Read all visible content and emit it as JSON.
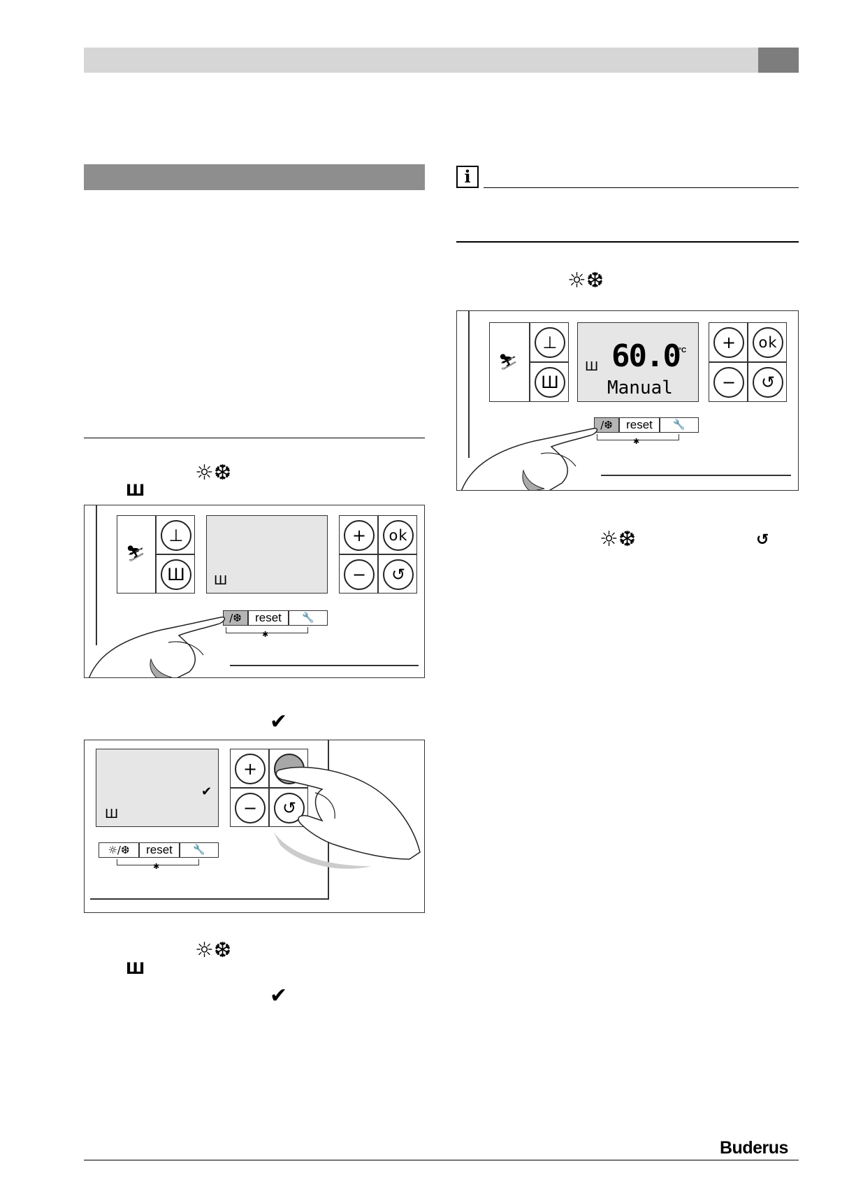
{
  "header": {
    "brand": "Buderus"
  },
  "symbols": {
    "summer_winter": "☼❆",
    "radiator": "Ш",
    "check": "✔",
    "back": "↺",
    "info": "i"
  },
  "control_panel": {
    "plus": "+",
    "minus": "−",
    "ok": "ok",
    "back": "↺",
    "reset": "reset",
    "summer_winter": "☼/❆",
    "summer_winter_partial": "/❆",
    "wrench": "🔧",
    "child": "✱"
  },
  "display": {
    "temperature": "60.0",
    "unit": "°C",
    "mode": "Manual",
    "check": "✔"
  }
}
